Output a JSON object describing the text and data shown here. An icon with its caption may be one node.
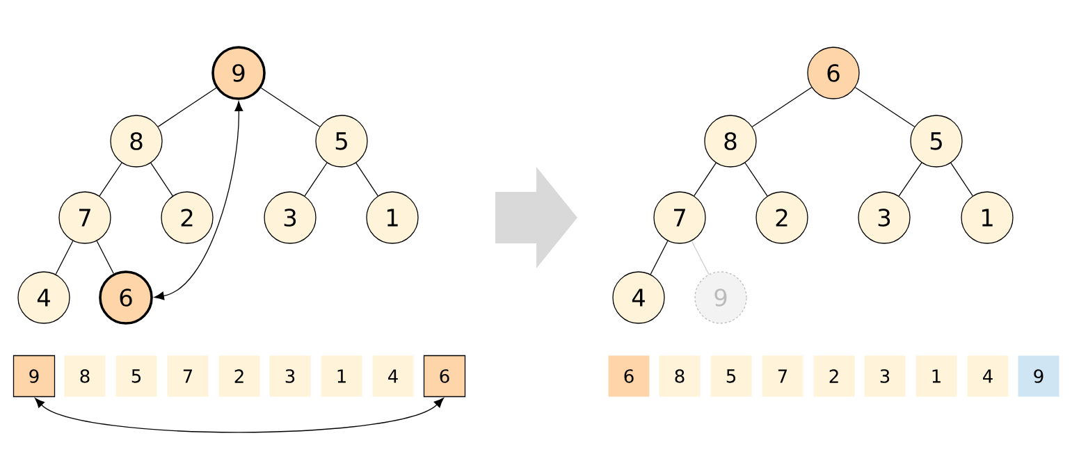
{
  "diagram": {
    "nodes": [
      {
        "text": [
          "9"
        ]
      },
      {
        "text": [
          "8"
        ]
      },
      {
        "text": [
          "5"
        ]
      },
      {
        "text": [
          "7"
        ]
      },
      {
        "text": [
          "2"
        ]
      },
      {
        "text": [
          "3"
        ]
      },
      {
        "text": [
          "1"
        ]
      },
      {
        "text": [
          "4"
        ]
      },
      {
        "text": [
          "6"
        ]
      },
      {
        "text": [
          "9"
        ]
      },
      {
        "text": [
          "8"
        ]
      },
      {
        "text": [
          "5"
        ]
      },
      {
        "text": [
          "7"
        ]
      },
      {
        "text": [
          "2"
        ]
      },
      {
        "text": [
          "3"
        ]
      },
      {
        "text": [
          "1"
        ]
      },
      {
        "text": [
          "4"
        ]
      },
      {
        "text": [
          "6"
        ]
      },
      {
        "text": [
          "6"
        ]
      },
      {
        "text": [
          "8"
        ]
      },
      {
        "text": [
          "5"
        ]
      },
      {
        "text": [
          "7"
        ]
      },
      {
        "text": [
          "2"
        ]
      },
      {
        "text": [
          "3"
        ]
      },
      {
        "text": [
          "1"
        ]
      },
      {
        "text": [
          "4"
        ]
      },
      {
        "text": [
          "9"
        ]
      },
      {
        "text": [
          "6"
        ]
      },
      {
        "text": [
          "8"
        ]
      },
      {
        "text": [
          "5"
        ]
      },
      {
        "text": [
          "7"
        ]
      },
      {
        "text": [
          "2"
        ]
      },
      {
        "text": [
          "3"
        ]
      },
      {
        "text": [
          "1"
        ]
      },
      {
        "text": [
          "4"
        ]
      },
      {
        "text": [
          "9"
        ]
      }
    ],
    "edges": [
      {
        "from": 0,
        "to": 1,
        "arrow": "none"
      },
      {
        "from": 0,
        "to": 2,
        "arrow": "none"
      },
      {
        "from": 1,
        "to": 3,
        "arrow": "none"
      },
      {
        "from": 1,
        "to": 4,
        "arrow": "none"
      },
      {
        "from": 2,
        "to": 5,
        "arrow": "none"
      },
      {
        "from": 2,
        "to": 6,
        "arrow": "none"
      },
      {
        "from": 3,
        "to": 7,
        "arrow": "none"
      },
      {
        "from": 3,
        "to": 8,
        "arrow": "none"
      },
      {
        "from": 8,
        "to": 0,
        "arrow": "both"
      },
      {
        "from": 9,
        "to": 17,
        "arrow": "both"
      },
      {
        "from": 18,
        "to": 19,
        "arrow": "none"
      },
      {
        "from": 18,
        "to": 20,
        "arrow": "none"
      },
      {
        "from": 19,
        "to": 21,
        "arrow": "none"
      },
      {
        "from": 19,
        "to": 22,
        "arrow": "none"
      },
      {
        "from": 20,
        "to": 23,
        "arrow": "none"
      },
      {
        "from": 20,
        "to": 24,
        "arrow": "none"
      },
      {
        "from": 21,
        "to": 25,
        "arrow": "none"
      },
      {
        "from": 21,
        "to": 26,
        "arrow": "none",
        "color": "#cccccc"
      }
    ]
  }
}
